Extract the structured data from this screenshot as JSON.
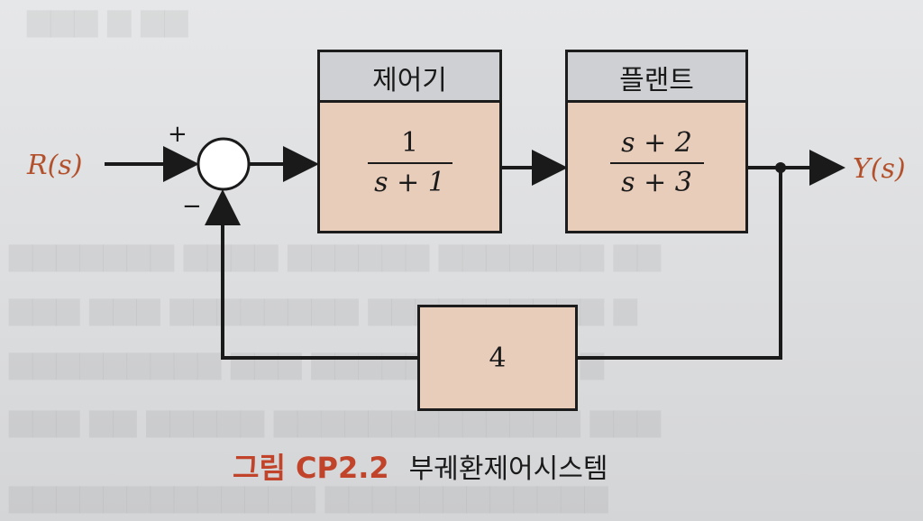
{
  "diagram": {
    "input_label": "R(s)",
    "output_label": "Y(s)",
    "plus_sign": "+",
    "minus_sign": "−",
    "controller": {
      "header": "제어기",
      "numerator": "1",
      "denominator": "s + 1"
    },
    "plant": {
      "header": "플랜트",
      "numerator": "s + 2",
      "denominator": "s + 3"
    },
    "feedback": {
      "gain": "4"
    }
  },
  "caption": {
    "label": "그림 CP2.2",
    "title": "부궤환제어시스템"
  },
  "colors": {
    "block_fill": "#e9cdbb",
    "header_fill": "#cfd0d3",
    "signal_text": "#b3512c",
    "caption_label": "#c0432a"
  }
}
